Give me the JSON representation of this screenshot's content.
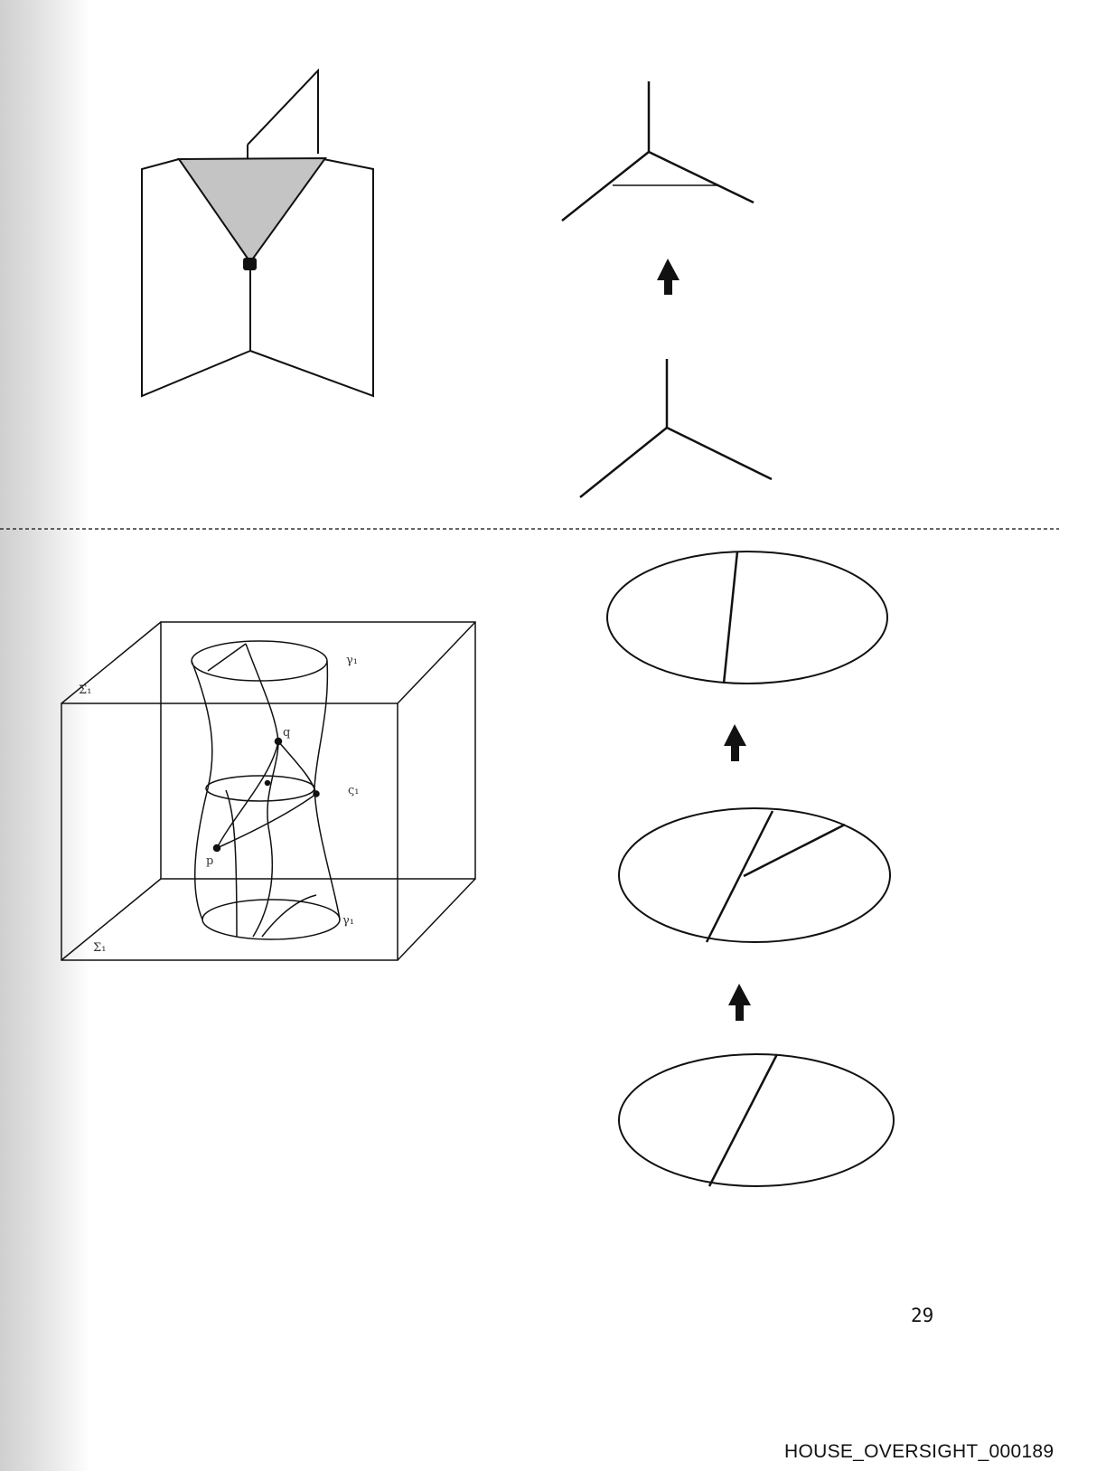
{
  "page": {
    "page_number": "29",
    "document_id": "HOUSE_OVERSIGHT_000189"
  },
  "figure": {
    "labels": {
      "box_top_left": "Σ₁",
      "box_bottom_left": "Σ₁",
      "right_top": "γ₁",
      "right_middle": "ς₁",
      "right_bottom": "γ₁",
      "point_upper": "q",
      "point_lower": "p"
    }
  },
  "colors": {
    "line": "#111111",
    "fill_triangle": "#c4c4c4",
    "scan_edge": "#d6d6d6"
  }
}
